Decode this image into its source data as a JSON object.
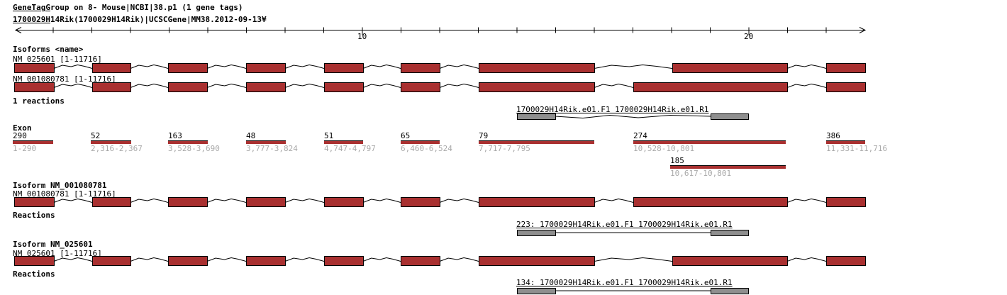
{
  "header": {
    "line1": {
      "link": "GeneTagG",
      "rest": "roup on 8- Mouse|NCBI|38.p1 (1 gene tags)"
    },
    "line2": {
      "link": "1700029H",
      "rest": "14Rik(1700029H14Rik)|UCSCGene|MM38.2012-09-13¥"
    }
  },
  "ruler": {
    "major_ticks": [
      {
        "label": "10"
      },
      {
        "label": "20"
      }
    ]
  },
  "isoforms_panel": {
    "title": "Isoforms <name>",
    "tracks": [
      {
        "label": "NM_025601 [1-11716]"
      },
      {
        "label": "NM_001080781 [1-11716]"
      }
    ]
  },
  "reactions_panel": {
    "title": "1 reactions",
    "reaction_label": "1700029H14Rik.e01.F1 1700029H14Rik.e01.R1"
  },
  "exon_panel": {
    "title": "Exon",
    "exons": [
      {
        "length": "290",
        "range": "1-290"
      },
      {
        "length": "52",
        "range": "2,316-2,367"
      },
      {
        "length": "163",
        "range": "3,528-3,690"
      },
      {
        "length": "48",
        "range": "3,777-3,824"
      },
      {
        "length": "51",
        "range": "4,747-4,797"
      },
      {
        "length": "65",
        "range": "6,460-6,524"
      },
      {
        "length": "79",
        "range": "7,717-7,795"
      },
      {
        "length": "274",
        "range": "10,528-10,801"
      },
      {
        "length": "386",
        "range": "11,331-11,716"
      }
    ],
    "alt_exon": {
      "length": "185",
      "range": "10,617-10,801"
    }
  },
  "isoform_sections": [
    {
      "title": "Isoform NM_001080781",
      "track_label": "NM_001080781 [1-11716]",
      "reactions_title": "Reactions",
      "reaction_label": "223: 1700029H14Rik.e01.F1 1700029H14Rik.e01.R1"
    },
    {
      "title": "Isoform NM_025601",
      "track_label": "NM_025601 [1-11716]",
      "reactions_title": "Reactions",
      "reaction_label": "134: 1700029H14Rik.e01.F1 1700029H14Rik.e01.R1"
    }
  ],
  "colors": {
    "exon_fill": "#A93030",
    "primer_fill": "#8F8F8F",
    "muted_text": "#A9A9A9"
  }
}
